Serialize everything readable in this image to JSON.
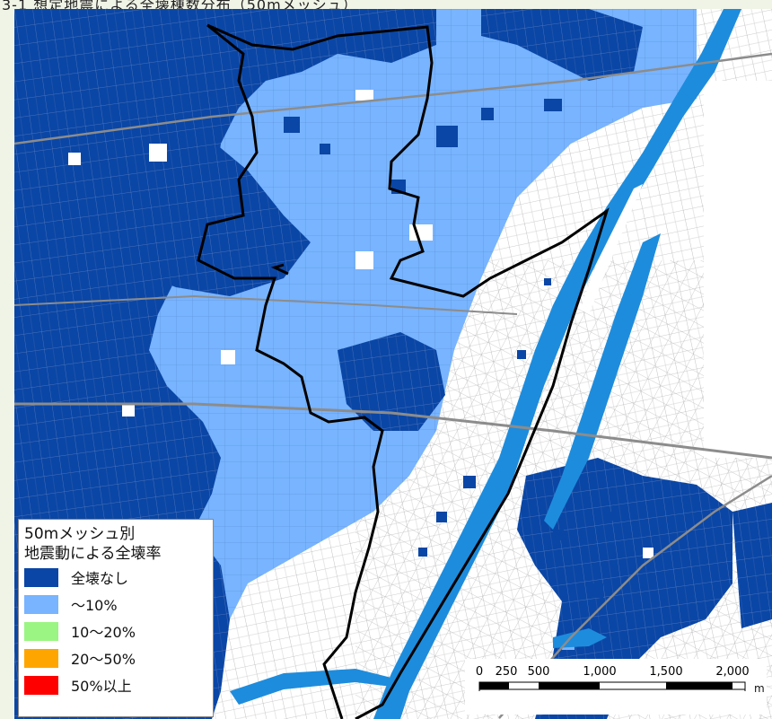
{
  "header": {
    "title": "3-1 想定地震による全壊棟数分布（50mメッシュ）"
  },
  "legend": {
    "title_line1": "50mメッシュ別",
    "title_line2": "地震動による全壊率",
    "items": [
      {
        "label": "全壊なし",
        "color": "#0a46a5"
      },
      {
        "label": "～10%",
        "color": "#78b4ff"
      },
      {
        "label": "10～20%",
        "color": "#9bf582"
      },
      {
        "label": "20～50%",
        "color": "#ffa500"
      },
      {
        "label": "50%以上",
        "color": "#ff0000"
      }
    ]
  },
  "scalebar": {
    "ticks": [
      "0",
      "250",
      "500",
      "1,000",
      "1,500",
      "2,000"
    ],
    "unit": "m"
  },
  "map_colors": {
    "dark_blue": "#0a46a5",
    "light_blue": "#78b4ff",
    "river": "#1e8cdc",
    "boundary": "#000000",
    "roads": "#8c8c8c"
  }
}
